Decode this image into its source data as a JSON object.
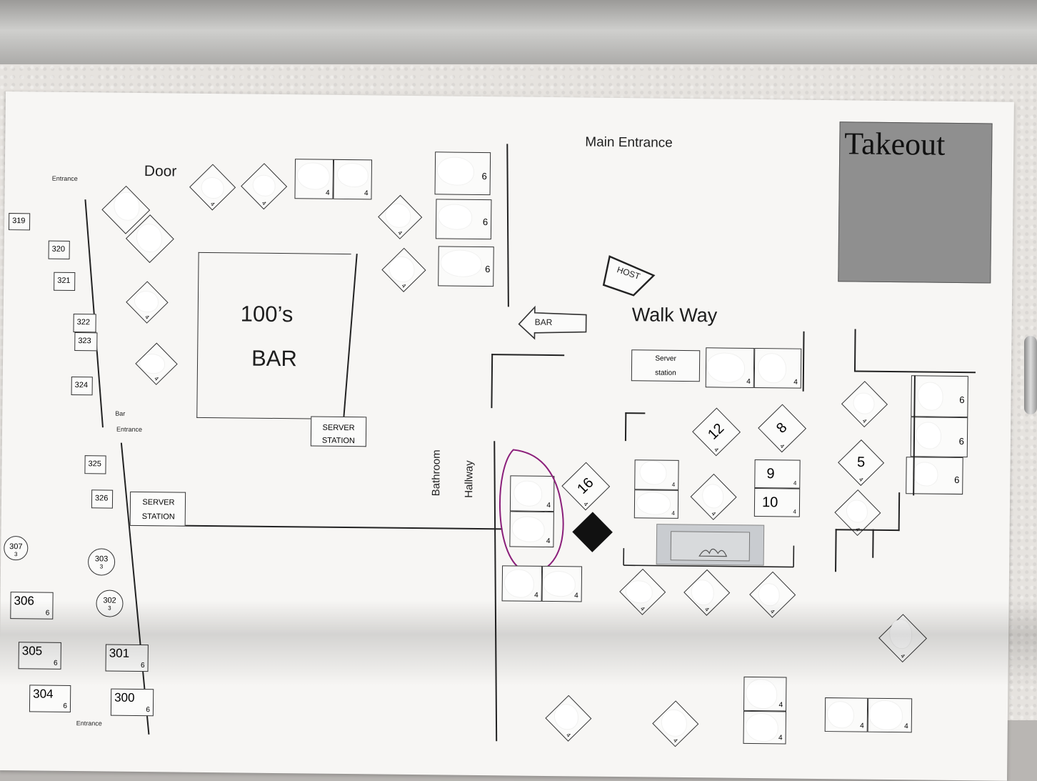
{
  "labels": {
    "main_entrance": "Main Entrance",
    "takeout": "Takeout",
    "door": "Door",
    "entrance_top_left": "Entrance",
    "bar_title_1": "100’s",
    "bar_title_2": "BAR",
    "server_station": "SERVER STATION",
    "server_station_left": "SERVER STATION",
    "bar_arrow": "BAR",
    "host": "HOST",
    "walk_way": "Walk Way",
    "server_station_small_1": "Server",
    "server_station_small_2": "station",
    "bathroom": "Bathroom",
    "hallway": "Hallway",
    "bar_entrance_1": "Bar",
    "bar_entrance_2": "Entrance",
    "entrance_bottom": "Entrance"
  },
  "tables_300": [
    {
      "num": "319"
    },
    {
      "num": "320"
    },
    {
      "num": "321"
    },
    {
      "num": "322"
    },
    {
      "num": "323"
    },
    {
      "num": "324"
    },
    {
      "num": "325"
    },
    {
      "num": "326"
    }
  ],
  "round_tables": [
    {
      "num": "307",
      "seats": "3"
    },
    {
      "num": "303",
      "seats": "3"
    },
    {
      "num": "302",
      "seats": "3"
    }
  ],
  "six_tops_left": [
    {
      "num": "306",
      "seats": "6"
    },
    {
      "num": "305",
      "seats": "6"
    },
    {
      "num": "301",
      "seats": "6"
    },
    {
      "num": "304",
      "seats": "6"
    },
    {
      "num": "300",
      "seats": "6"
    }
  ],
  "numbered_tables": [
    {
      "num": "12",
      "seats": "4"
    },
    {
      "num": "8",
      "seats": "4"
    },
    {
      "num": "5",
      "seats": "4"
    },
    {
      "num": "16",
      "seats": "4"
    },
    {
      "num": "9",
      "seats": "4"
    },
    {
      "num": "10",
      "seats": "4"
    }
  ],
  "seat_counts": {
    "four": "4",
    "six": "6"
  },
  "colors": {
    "circle_marker": "#8b1f7a",
    "takeout_fill": "#8f8f8f",
    "ink": "#222222"
  }
}
